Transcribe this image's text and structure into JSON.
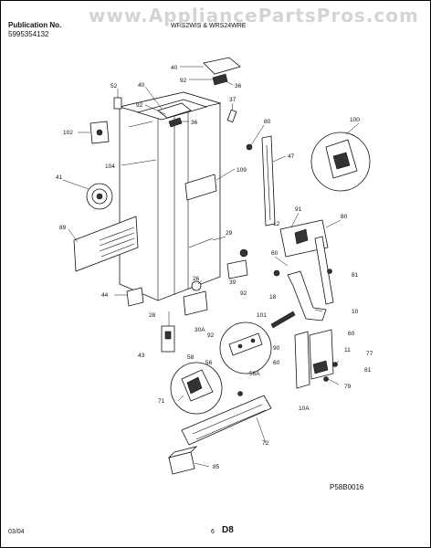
{
  "header": {
    "pub_label": "Publication No.",
    "pub_number": "5995354132",
    "model_text": "WRS2WIS & WRS24WRE"
  },
  "watermark": "www.AppliancePartsPros.com",
  "footer": {
    "diagram_code": "P58B0016",
    "date": "03/04",
    "page_number": "6",
    "section": "D8"
  },
  "callouts": [
    {
      "id": "c40a",
      "text": "40"
    },
    {
      "id": "c92a",
      "text": "92"
    },
    {
      "id": "c36a",
      "text": "36"
    },
    {
      "id": "c52",
      "text": "52"
    },
    {
      "id": "c40b",
      "text": "40"
    },
    {
      "id": "c92b",
      "text": "92"
    },
    {
      "id": "c36b",
      "text": "36"
    },
    {
      "id": "c37",
      "text": "37"
    },
    {
      "id": "c102",
      "text": "102"
    },
    {
      "id": "c80a",
      "text": "80"
    },
    {
      "id": "c100",
      "text": "100"
    },
    {
      "id": "c104",
      "text": "104"
    },
    {
      "id": "c109",
      "text": "109"
    },
    {
      "id": "c47",
      "text": "47"
    },
    {
      "id": "c41",
      "text": "41"
    },
    {
      "id": "c91",
      "text": "91"
    },
    {
      "id": "c80b",
      "text": "80"
    },
    {
      "id": "c12",
      "text": "12"
    },
    {
      "id": "c89",
      "text": "89"
    },
    {
      "id": "c29",
      "text": "29"
    },
    {
      "id": "c60a",
      "text": "60"
    },
    {
      "id": "c39",
      "text": "39"
    },
    {
      "id": "c81a",
      "text": "81"
    },
    {
      "id": "c92c",
      "text": "92"
    },
    {
      "id": "c18",
      "text": "18"
    },
    {
      "id": "c44",
      "text": "44"
    },
    {
      "id": "c26",
      "text": "26"
    },
    {
      "id": "c10",
      "text": "10"
    },
    {
      "id": "c28",
      "text": "28"
    },
    {
      "id": "c30a",
      "text": "30A"
    },
    {
      "id": "c101",
      "text": "101"
    },
    {
      "id": "c92d",
      "text": "92"
    },
    {
      "id": "c60b",
      "text": "60"
    },
    {
      "id": "c90",
      "text": "90"
    },
    {
      "id": "c43",
      "text": "43"
    },
    {
      "id": "c58",
      "text": "58"
    },
    {
      "id": "c11",
      "text": "11"
    },
    {
      "id": "c77",
      "text": "77"
    },
    {
      "id": "c56",
      "text": "56"
    },
    {
      "id": "c56a",
      "text": "56A"
    },
    {
      "id": "c60c",
      "text": "60"
    },
    {
      "id": "c81b",
      "text": "81"
    },
    {
      "id": "c79",
      "text": "79"
    },
    {
      "id": "c71",
      "text": "71"
    },
    {
      "id": "c10a",
      "text": "10A"
    },
    {
      "id": "c72",
      "text": "72"
    },
    {
      "id": "c85",
      "text": "85"
    }
  ]
}
